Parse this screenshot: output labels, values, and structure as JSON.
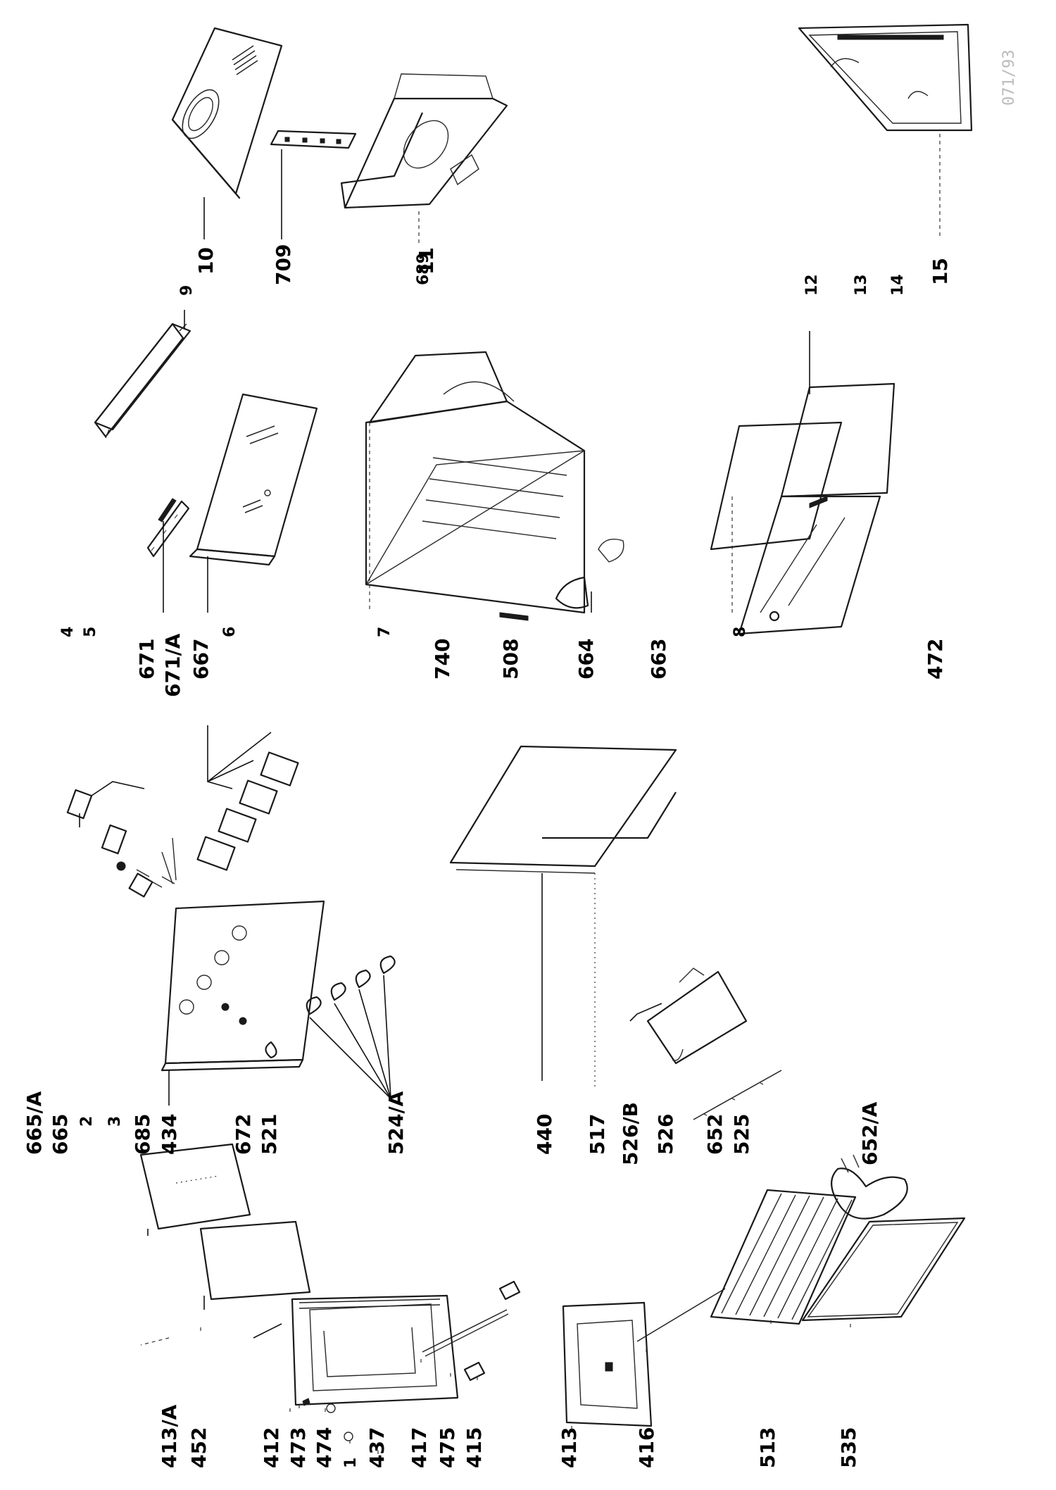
{
  "labels": {
    "l665a": "665/A",
    "l665": "665",
    "l2": "2",
    "l3": "3",
    "l685": "685",
    "l434": "434",
    "l672": "672",
    "l521": "521",
    "l524a": "524/A",
    "l440": "440",
    "l517": "517",
    "l526b": "526/B",
    "l526": "526",
    "l652": "652",
    "l525": "525",
    "l652a": "652/A",
    "l4": "4",
    "l5": "5",
    "l671": "671",
    "l671a": "671/A",
    "l667": "667",
    "l6": "6",
    "l7": "7",
    "l740": "740",
    "l508": "508",
    "l664": "664",
    "l663": "663",
    "l8": "8",
    "l472": "472",
    "l9": "9",
    "l10": "10",
    "l709": "709",
    "l689": "689",
    "l11": "11",
    "l12": "12",
    "l13": "13",
    "l14": "14",
    "l15": "15",
    "l413a": "413/A",
    "l452": "452",
    "l412": "412",
    "l473": "473",
    "l474": "474",
    "l1": "1",
    "l437": "437",
    "l417": "417",
    "l475": "475",
    "l415": "415",
    "l413": "413",
    "l416": "416",
    "l513": "513",
    "l535": "535"
  },
  "stamp": "071/93",
  "colors": {
    "ink": "#1a1a1a",
    "paper": "#ffffff"
  }
}
